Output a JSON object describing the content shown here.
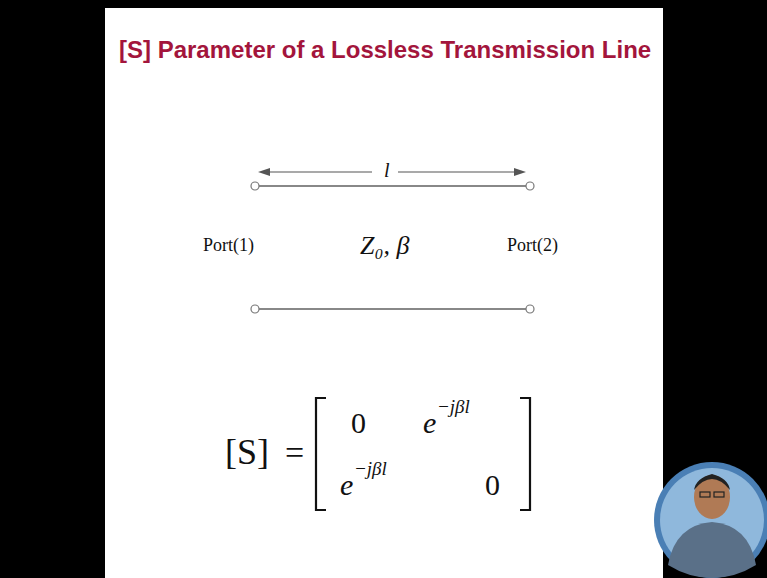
{
  "diagram": {
    "title": "[S] Parameter of a Lossless Transmission Line",
    "labels": [
      "l",
      "Port(1)",
      "Z₀, β",
      "Port(2)",
      "[S]",
      "=",
      "0",
      "e",
      "−jβl",
      "e",
      "−jβl",
      "0"
    ]
  }
}
